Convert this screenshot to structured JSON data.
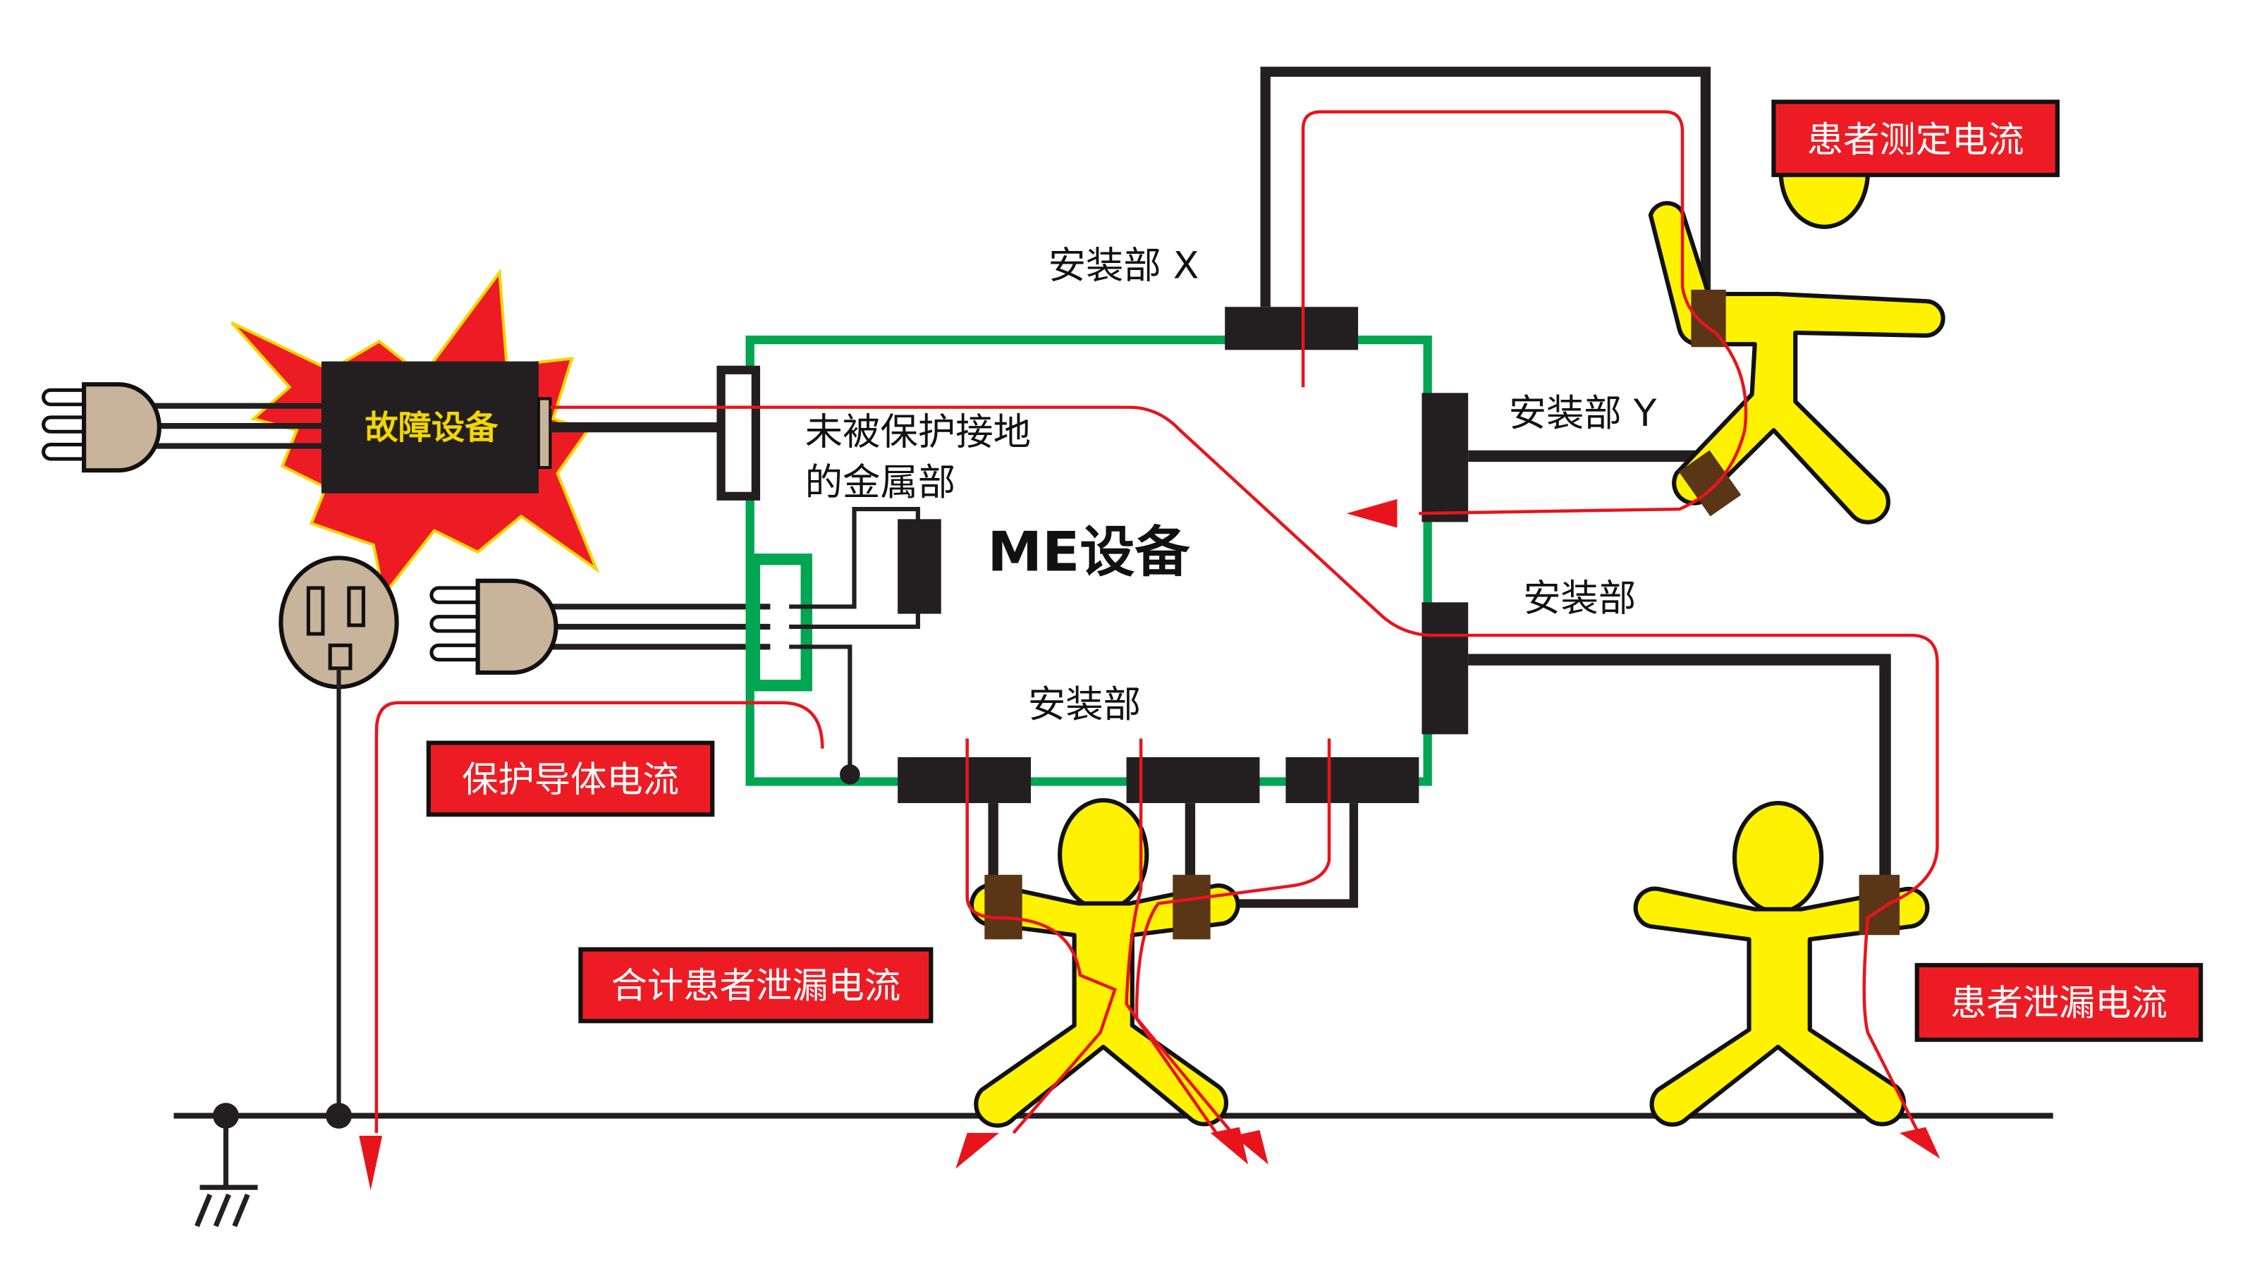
{
  "title": "ME设备泄漏电流示意图",
  "colors": {
    "enclosure": "#00a651",
    "current": "#e8141c",
    "label_bg": "#ed1c24",
    "person": "#fff200",
    "electrode": "#5b3616",
    "fault_text": "#f2d600",
    "plug": "#c8b49a"
  },
  "labels": {
    "fault_device": "故障设备",
    "me_device": "ME设备",
    "unprotected_metal_line1": "未被保护接地",
    "unprotected_metal_line2": "的金属部",
    "applied_part_x": "安装部 X",
    "applied_part_y": "安装部 Y",
    "applied_part_right": "安装部",
    "applied_part_bottom": "安装部"
  },
  "current_tags": {
    "patient_auxiliary": "患者测定电流",
    "protective_conductor": "保护导体电流",
    "total_patient_leakage": "合计患者泄漏电流",
    "patient_leakage": "患者泄漏电流"
  },
  "icons": [
    "plug-icon",
    "outlet-icon",
    "explosion-icon",
    "person-icon",
    "ground-symbol-icon",
    "arrow-icon"
  ]
}
